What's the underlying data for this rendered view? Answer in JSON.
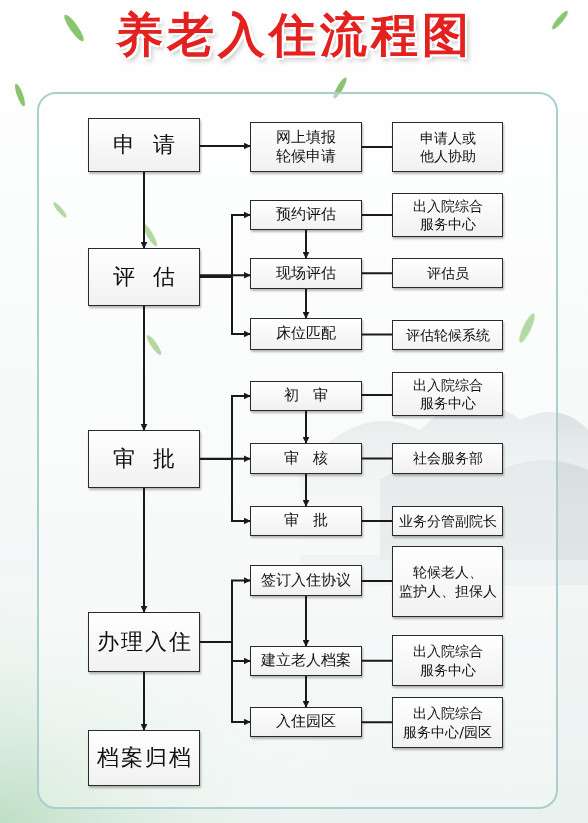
{
  "diagram": {
    "title": "养老入住流程图",
    "nodes": [
      {
        "text": [
          "申请"
        ]
      },
      {
        "text": [
          "网上填报 轮候申请"
        ]
      },
      {
        "text": [
          "申请人或 他人协助"
        ]
      },
      {
        "text": [
          "评估"
        ]
      },
      {
        "text": [
          "预约评估"
        ]
      },
      {
        "text": [
          "出入院综合 服务中心"
        ]
      },
      {
        "text": [
          "现场评估"
        ]
      },
      {
        "text": [
          "评估员"
        ]
      },
      {
        "text": [
          "床位匹配"
        ]
      },
      {
        "text": [
          "评估轮候系统"
        ]
      },
      {
        "text": [
          "审批"
        ]
      },
      {
        "text": [
          "初审"
        ]
      },
      {
        "text": [
          "出入院综合 服务中心"
        ]
      },
      {
        "text": [
          "审核"
        ]
      },
      {
        "text": [
          "社会服务部"
        ]
      },
      {
        "text": [
          "审批"
        ]
      },
      {
        "text": [
          "业务分管副院长"
        ]
      },
      {
        "text": [
          "办理入住"
        ]
      },
      {
        "text": [
          "签订入住协议"
        ]
      },
      {
        "text": [
          "轮候老人、 监护人、担保人"
        ]
      },
      {
        "text": [
          "建立老人档案"
        ]
      },
      {
        "text": [
          "出入院综合 服务中心"
        ]
      },
      {
        "text": [
          "入住园区"
        ]
      },
      {
        "text": [
          "出入院综合 服务中心/园区"
        ]
      },
      {
        "text": [
          "档案归档"
        ]
      }
    ],
    "edges": [
      {
        "from": 0,
        "to": 3,
        "arrow": "to"
      },
      {
        "from": 3,
        "to": 10,
        "arrow": "to"
      },
      {
        "from": 10,
        "to": 17,
        "arrow": "to"
      },
      {
        "from": 17,
        "to": 24,
        "arrow": "to"
      },
      {
        "from": 0,
        "to": 1,
        "arrow": "to"
      },
      {
        "from": 1,
        "to": 2,
        "arrow": "none"
      },
      {
        "from": 3,
        "to": 4,
        "arrow": "to"
      },
      {
        "from": 3,
        "to": 6,
        "arrow": "to"
      },
      {
        "from": 3,
        "to": 8,
        "arrow": "to"
      },
      {
        "from": 4,
        "to": 6,
        "arrow": "to"
      },
      {
        "from": 6,
        "to": 8,
        "arrow": "to"
      },
      {
        "from": 4,
        "to": 5,
        "arrow": "none"
      },
      {
        "from": 6,
        "to": 7,
        "arrow": "none"
      },
      {
        "from": 8,
        "to": 9,
        "arrow": "none"
      },
      {
        "from": 10,
        "to": 11,
        "arrow": "to"
      },
      {
        "from": 10,
        "to": 13,
        "arrow": "to"
      },
      {
        "from": 10,
        "to": 15,
        "arrow": "to"
      },
      {
        "from": 11,
        "to": 13,
        "arrow": "to"
      },
      {
        "from": 13,
        "to": 15,
        "arrow": "to"
      },
      {
        "from": 11,
        "to": 12,
        "arrow": "none"
      },
      {
        "from": 13,
        "to": 14,
        "arrow": "none"
      },
      {
        "from": 15,
        "to": 16,
        "arrow": "none"
      },
      {
        "from": 17,
        "to": 18,
        "arrow": "to"
      },
      {
        "from": 17,
        "to": 20,
        "arrow": "to"
      },
      {
        "from": 17,
        "to": 22,
        "arrow": "to"
      },
      {
        "from": 18,
        "to": 20,
        "arrow": "to"
      },
      {
        "from": 20,
        "to": 22,
        "arrow": "to"
      },
      {
        "from": 18,
        "to": 19,
        "arrow": "none"
      },
      {
        "from": 20,
        "to": 21,
        "arrow": "none"
      },
      {
        "from": 22,
        "to": 23,
        "arrow": "none"
      }
    ]
  }
}
